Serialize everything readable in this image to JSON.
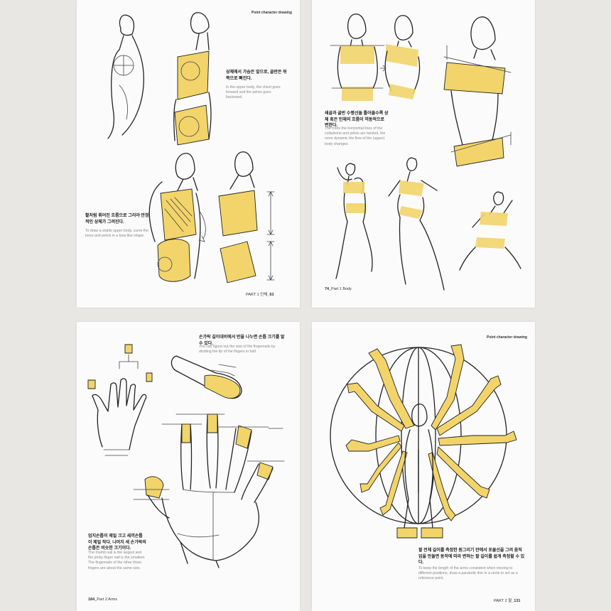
{
  "pages": [
    {
      "header": "Point character drawing",
      "captions": [
        {
          "ko": "상체에서 가슴은 앞으로, 골반은 뒤쪽으로 빠진다.",
          "en": "In the upper body, the chest goes forward and the pelvis goes backward."
        },
        {
          "ko": "활처럼 휘어진 흐름으로 그리야 안정적인 상체가 그려진다.",
          "en": "To draw a stable upper body, curve the torso and pelvis in a bow-like shape."
        }
      ],
      "folio": {
        "part": "PART 1",
        "section": "인체",
        "number": "_63"
      }
    },
    {
      "header": "",
      "captions": [
        {
          "ko": "쇄골과 골반 수평선들 틀어줄수록 상체 혹은 인체의 흐름이 역동적으로 변한다.",
          "en": "The more the horizontal lines of the collarbone and pelvis are twisted, the more dynamic the flow of the (upper) body changes."
        }
      ],
      "folio": {
        "number": "74",
        "part": "_Part 1",
        "section": "Body"
      }
    },
    {
      "header": "",
      "captions": [
        {
          "ko": "손가락 길이대비에서 반을 나누면 손톱 크기를 알 수 있다.",
          "en": "You can figure out the size of the fingernails by dividing the tip of the fingers in half."
        },
        {
          "ko": "엄지손톱이 제일 크고 새끼손톱이 제일 작다. 나머지 세 손가락의 손톱은 비슷한 크기이다.",
          "en": "The thumb nail is the largest and the pinky finger nail is the smallest. The fingernails of the other three fingers are about the same size."
        }
      ],
      "folio": {
        "number": "184",
        "part": "_Part 2",
        "section": "Arms"
      }
    },
    {
      "header": "Point character drawing",
      "captions": [
        {
          "ko": "팔 전체 길이를 측정한 원그리기 안에서 포물선을 그려 움직임을 만들면 동작에 따라 변하는 팔 길이를 쉽게 측정할 수 있다.",
          "en": "To keep the length of the arms consistent when moving to different positions, draw a parabolic line in a circle to act as a reference point."
        }
      ],
      "folio": {
        "part": "PART 2",
        "section": "팔",
        "number": "_131"
      }
    }
  ],
  "colors": {
    "highlight": "#f2d46a",
    "page": "#fbfbfb",
    "background": "#e9e7e4"
  }
}
